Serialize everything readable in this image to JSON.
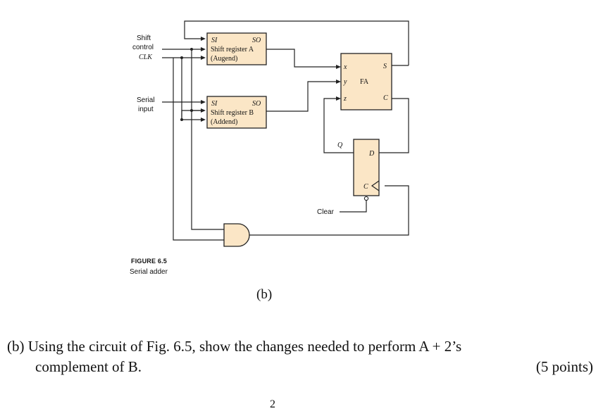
{
  "diagram": {
    "left_labels": {
      "shift": "Shift",
      "control": "control",
      "clk": "CLK",
      "serial": "Serial",
      "input": "input"
    },
    "register_a": {
      "si": "SI",
      "so": "SO",
      "name": "Shift register A",
      "role": "(Augend)"
    },
    "register_b": {
      "si": "SI",
      "so": "SO",
      "name": "Shift register B",
      "role": "(Addend)"
    },
    "full_adder": {
      "x": "x",
      "y": "y",
      "z": "z",
      "name": "FA",
      "s": "S",
      "c": "C"
    },
    "flip_flop": {
      "d": "D",
      "c": "C",
      "q": "Q"
    },
    "clear_label": "Clear"
  },
  "figure": {
    "label": "FIGURE 6.5",
    "caption": "Serial adder"
  },
  "part_label": "(b)",
  "question": {
    "part": "(b)",
    "text_line1": "Using the circuit of Fig. 6.5, show the changes needed to perform A + 2’s",
    "text_line2": "complement of B.",
    "points": "(5 points)"
  },
  "page_number": "2"
}
